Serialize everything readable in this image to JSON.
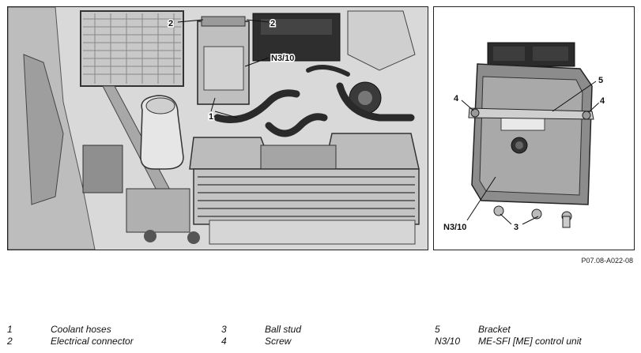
{
  "callouts_left": {
    "c2a": "2",
    "c2b": "2",
    "n310": "N3/10",
    "c1": "1"
  },
  "callouts_right": {
    "c5": "5",
    "c4a": "4",
    "c4b": "4",
    "n310": "N3/10",
    "c3": "3"
  },
  "figure_code": "P07.08-A022-08",
  "legend": [
    {
      "num": "1",
      "text": "Coolant hoses"
    },
    {
      "num": "2",
      "text": "Electrical connector"
    },
    {
      "num": "3",
      "text": "Ball stud"
    },
    {
      "num": "4",
      "text": "Screw"
    },
    {
      "num": "5",
      "text": "Bracket"
    },
    {
      "num": "N3/10",
      "text": "ME-SFI [ME] control unit"
    }
  ]
}
